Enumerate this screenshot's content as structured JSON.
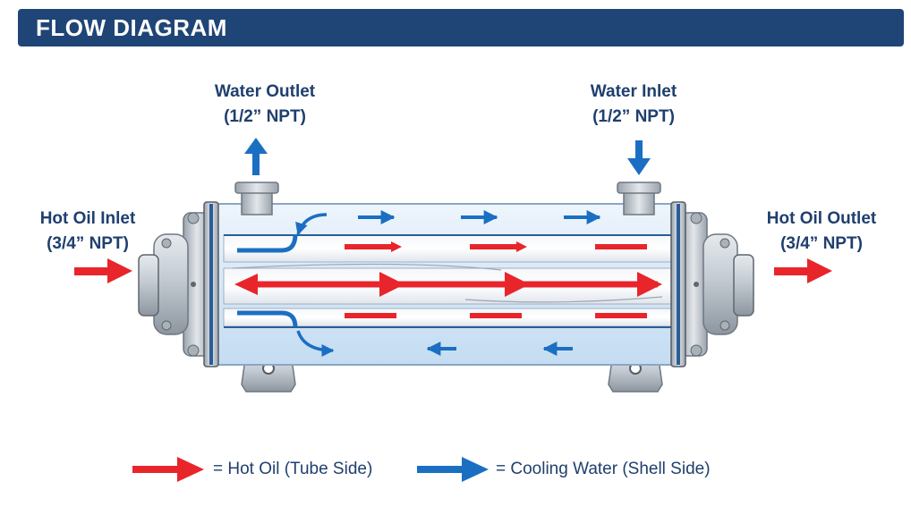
{
  "header": {
    "title": "FLOW DIAGRAM"
  },
  "ports": {
    "water_outlet": {
      "name": "Water Outlet",
      "size": "(1/2” NPT)"
    },
    "water_inlet": {
      "name": "Water Inlet",
      "size": "(1/2” NPT)"
    },
    "hot_oil_inlet": {
      "name": "Hot Oil Inlet",
      "size": "(3/4” NPT)"
    },
    "hot_oil_outlet": {
      "name": "Hot Oil Outlet",
      "size": "(3/4” NPT)"
    }
  },
  "legend": {
    "hot_oil": "= Hot Oil (Tube Side)",
    "cooling_water": "= Cooling Water (Shell Side)"
  },
  "colors": {
    "header_bg": "#1f4576",
    "label_text": "#1f3f6e",
    "hot_oil": "#e8252b",
    "cooling_water": "#1b6fc2",
    "shell": "#dcebf8",
    "metal": "#b9c0c8"
  }
}
